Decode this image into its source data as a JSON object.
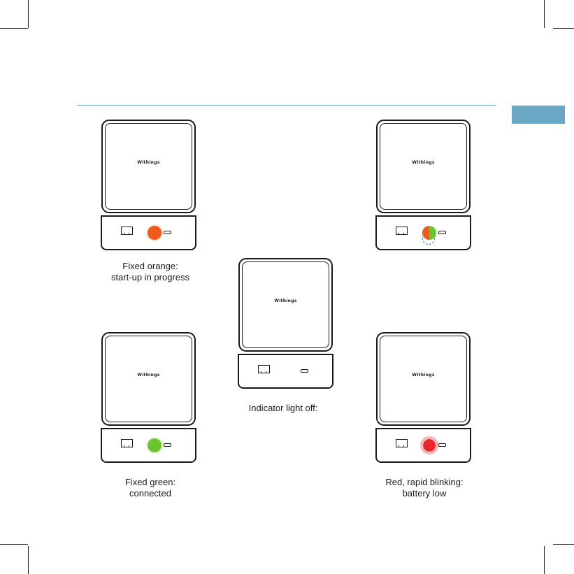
{
  "brand_text": "Withings",
  "captions": {
    "orange_line1": "Fixed orange:",
    "orange_line2": "start-up in progress",
    "off_line1": "Indicator light off:",
    "green_line1": "Fixed green:",
    "green_line2": "connected",
    "red_line1": "Red, rapid blinking:",
    "red_line2": "battery low"
  },
  "indicator_states": [
    {
      "id": "orange",
      "led": "orange"
    },
    {
      "id": "blinking-transition",
      "led": "orange-green"
    },
    {
      "id": "off",
      "led": "none"
    },
    {
      "id": "green",
      "led": "green"
    },
    {
      "id": "red",
      "led": "red"
    }
  ],
  "colors": {
    "rule": "#5fa6c4",
    "tab": "#6aa7c5",
    "led_orange": "#f05a1a",
    "led_green": "#6cc52f",
    "led_red": "#e8262b"
  }
}
